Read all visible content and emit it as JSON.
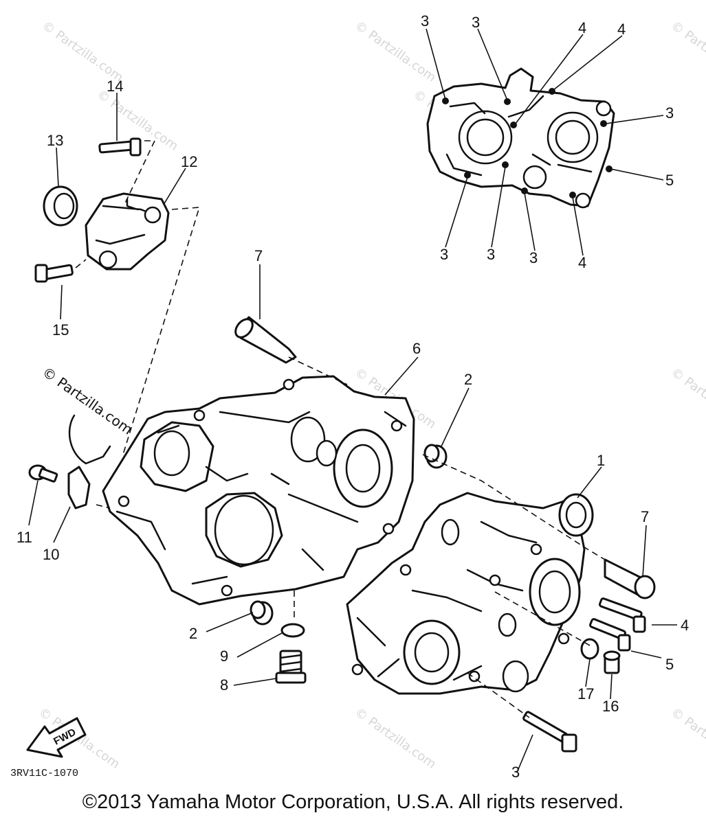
{
  "watermarks": [
    "© Partzilla.com",
    "© Partzilla.com",
    "© Partzilla.com",
    "© Partzilla.com",
    "© Partzilla.com",
    "© Partzilla.com",
    "© Partzilla.com",
    "© Partzilla.com",
    "© Partzilla.com",
    "© Partzilla.com",
    "© Partzilla.com"
  ],
  "callouts": [
    {
      "id": "c1",
      "text": "3"
    },
    {
      "id": "c2",
      "text": "3"
    },
    {
      "id": "c3",
      "text": "4"
    },
    {
      "id": "c4",
      "text": "4"
    },
    {
      "id": "c5",
      "text": "3"
    },
    {
      "id": "c6",
      "text": "5"
    },
    {
      "id": "c7",
      "text": "3"
    },
    {
      "id": "c8",
      "text": "3"
    },
    {
      "id": "c9",
      "text": "3"
    },
    {
      "id": "c10",
      "text": "4"
    },
    {
      "id": "c11",
      "text": "14"
    },
    {
      "id": "c12",
      "text": "13"
    },
    {
      "id": "c13",
      "text": "12"
    },
    {
      "id": "c14",
      "text": "15"
    },
    {
      "id": "c15",
      "text": "7"
    },
    {
      "id": "c16",
      "text": "6"
    },
    {
      "id": "c17",
      "text": "2"
    },
    {
      "id": "c18",
      "text": "1"
    },
    {
      "id": "c19",
      "text": "7"
    },
    {
      "id": "c20",
      "text": "11"
    },
    {
      "id": "c21",
      "text": "10"
    },
    {
      "id": "c22",
      "text": "2"
    },
    {
      "id": "c23",
      "text": "9"
    },
    {
      "id": "c24",
      "text": "8"
    },
    {
      "id": "c25",
      "text": "4"
    },
    {
      "id": "c26",
      "text": "5"
    },
    {
      "id": "c27",
      "text": "17"
    },
    {
      "id": "c28",
      "text": "16"
    },
    {
      "id": "c29",
      "text": "3"
    }
  ],
  "fwd_label": "FWD",
  "diagram_code": "3RV11C-1070",
  "copyright": "©2013  Yamaha Motor Corporation, U.S.A. All rights reserved."
}
